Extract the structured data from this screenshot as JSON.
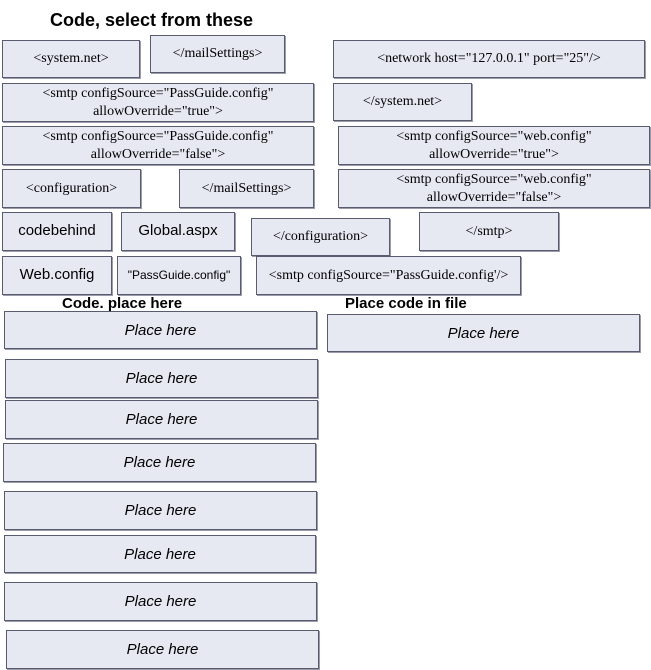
{
  "headings": {
    "source": "Code, select from these",
    "place": "Code. place here",
    "file": "Place code in file"
  },
  "source_items": {
    "system_net_open": "<system.net>",
    "mailsettings_close_1": "</mailSettings>",
    "network_host": "<network host=\"127.0.0.1\" port=\"25\"/>",
    "smtp_passguide_true": "<smtp configSource=\"PassGuide.config\"\nallowOverride=\"true\">",
    "system_net_close": "</system.net>",
    "smtp_passguide_false": "<smtp configSource=\"PassGuide.config\"\nallowOverride=\"false\">",
    "smtp_web_true": "<smtp configSource=\"web.config\"\nallowOverride=\"true\">",
    "configuration_open": "<configuration>",
    "mailsettings_close_2": "</mailSettings>",
    "smtp_web_false": "<smtp configSource=\"web.config\"\nallowOverride=\"false\">",
    "codebehind": "codebehind",
    "global_aspx": "Global.aspx",
    "configuration_close": "</configuration>",
    "smtp_close": "</smtp>",
    "web_config": "Web.config",
    "passguide_config": "\"PassGuide.config\"",
    "smtp_passguide_selfclose": "<smtp configSource=\"PassGuide.config'/>"
  },
  "drop_targets": {
    "label": "Place here",
    "slots": [
      "Place here",
      "Place here",
      "Place here",
      "Place here",
      "Place here",
      "Place here",
      "Place here",
      "Place here"
    ],
    "file_slot": "Place here"
  }
}
